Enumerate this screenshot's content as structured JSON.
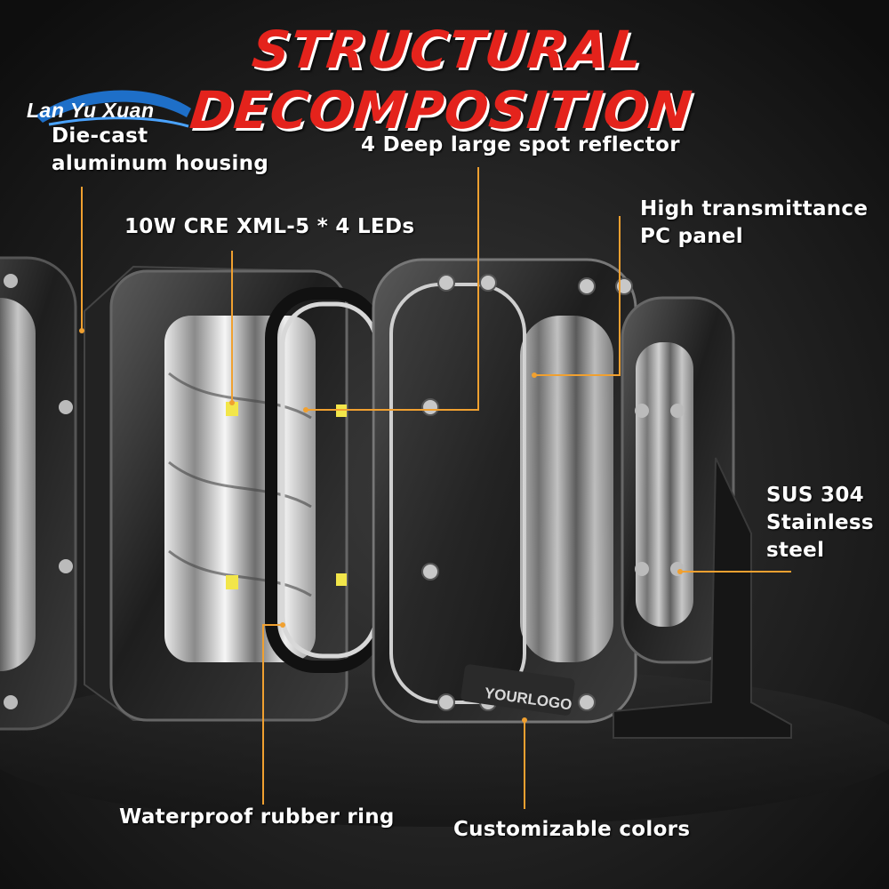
{
  "title": "STRUCTURAL DECOMPOSITION",
  "logo": {
    "text": "Lan Yu Xuan"
  },
  "product_logo": "YOURLOGO",
  "labels": {
    "housing_line1": "Die-cast",
    "housing_line2": "aluminum housing",
    "leds": "10W CRE XML-5 * 4 LEDs",
    "reflector": "4 Deep large spot reflector",
    "panel_line1": "High transmittance",
    "panel_line2": "PC panel",
    "steel_line1": "SUS 304",
    "steel_line2": "Stainless",
    "steel_line3": "steel",
    "ring": "Waterproof rubber ring",
    "colors": "Customizable colors"
  },
  "colors": {
    "title_red": "#e4231c",
    "leader_orange": "#f0a030",
    "led_yellow": "#f2e64a",
    "logo_blue": "#1e6fc8"
  }
}
